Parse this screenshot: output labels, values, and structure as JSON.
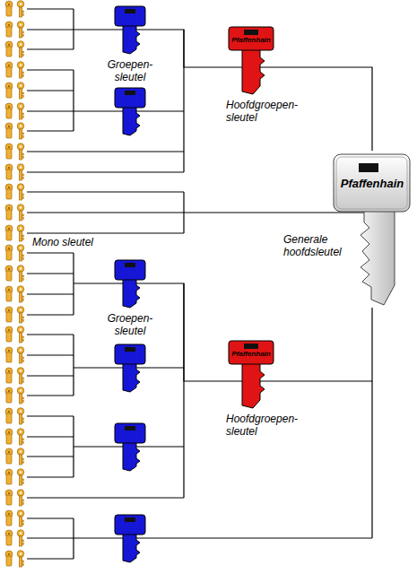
{
  "diagram": {
    "nodes": [
      {
        "text": [
          "Groepen- sleutel"
        ]
      },
      {
        "text": [
          "Pfaffenhain",
          "Hoofdgroepen- sleutel"
        ]
      },
      {
        "text": [
          "Pfaffenhain",
          "Generale hoofdsleutel"
        ]
      },
      {
        "text": [
          "Groepen- sleutel"
        ]
      },
      {
        "text": [
          "Pfaffenhain",
          "Hoofdgroepen- sleutel"
        ]
      }
    ],
    "edges": [
      {
        "from": 0,
        "to": 1,
        "arrow": "none"
      },
      {
        "from": 1,
        "to": 2,
        "arrow": "none"
      },
      {
        "from": 3,
        "to": 4,
        "arrow": "none"
      },
      {
        "from": 4,
        "to": 2,
        "arrow": "none"
      }
    ],
    "labels": [
      "Mono sleutel"
    ]
  }
}
